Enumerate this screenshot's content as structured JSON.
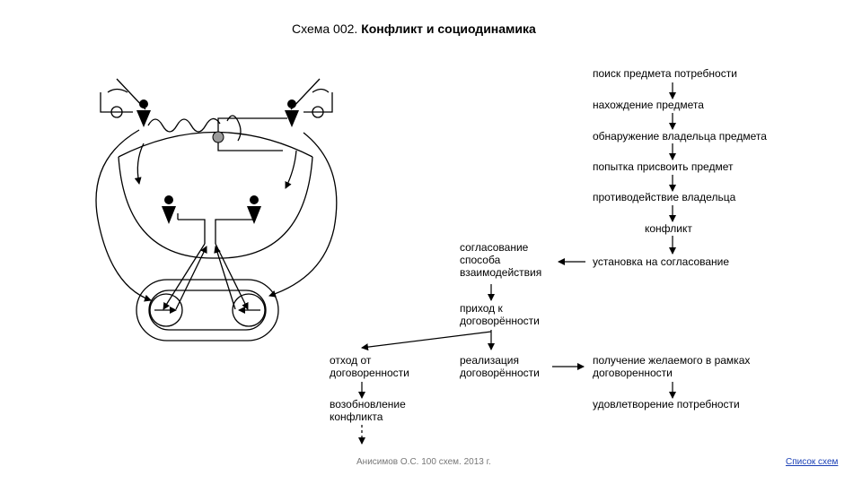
{
  "title": {
    "prefix": "Схема 002.",
    "bold": "Конфликт и социодинамика"
  },
  "steps": {
    "s1": "поиск предмета потребности",
    "s2": "нахождение предмета",
    "s3": "обнаружение владельца предмета",
    "s4": "попытка присвоить предмет",
    "s5": "противодействие владельца",
    "s6": "конфликт",
    "s7": "установка на согласование",
    "s8": "согласование\nспособа\nвзаимодействия",
    "s9": "приход к\nдоговорённости",
    "s10": "отход от\nдоговоренности",
    "s11": "реализация\nдоговорённости",
    "s12": "получение желаемого в рамках\nдоговоренности",
    "s13": "возобновление\nконфликта",
    "s14": "удовлетворение потребности"
  },
  "footer": {
    "author": "Анисимов О.С. 100 схем. 2013 г.",
    "link": "Список схем"
  },
  "colors": {
    "link": "#1a3fb5",
    "footer": "#777777",
    "ball": "#9a9a9a"
  }
}
